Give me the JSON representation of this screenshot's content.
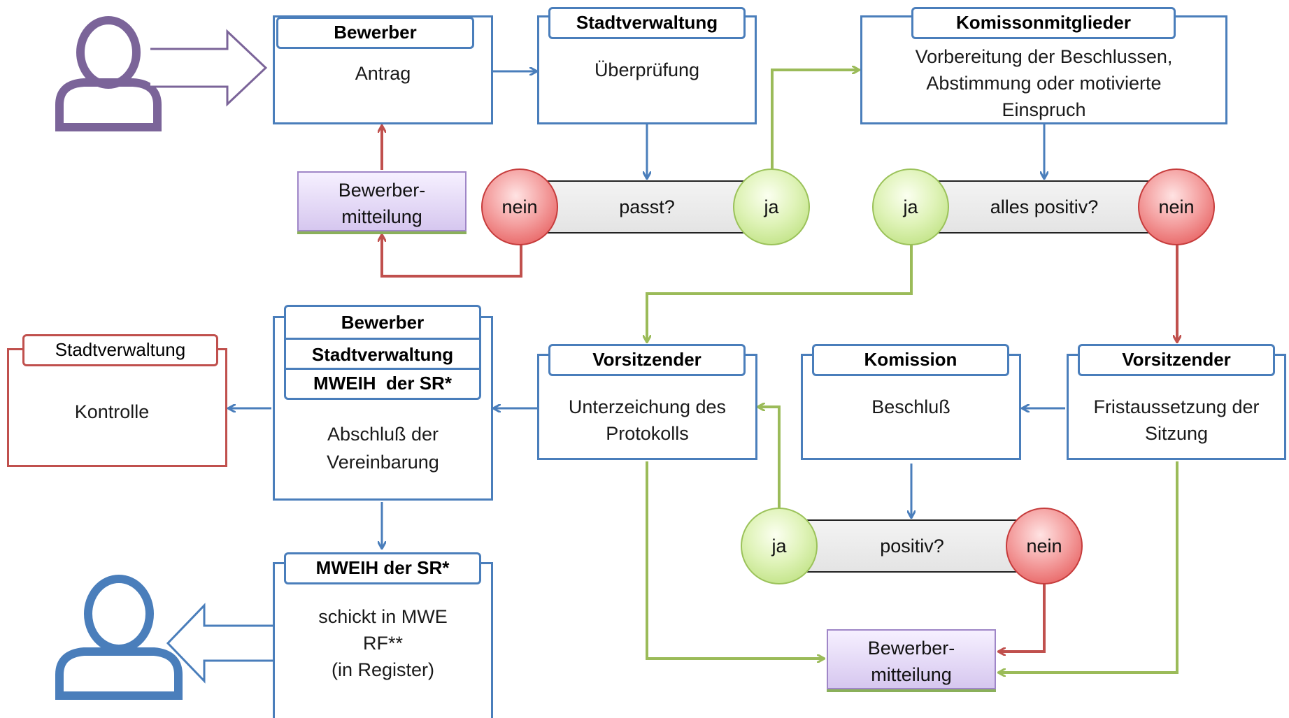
{
  "applicant_icon_color": "#7b6499",
  "receiver_icon_color": "#4a7ebb",
  "colors": {
    "blue": "#4a7ebb",
    "red": "#c0504d",
    "green": "#9bbb59",
    "purple": "#7b6499"
  },
  "antrag": {
    "header": "Bewerber",
    "body": "Antrag"
  },
  "pruefung": {
    "header": "Stadtverwaltung",
    "body": "Überprüfung"
  },
  "kommission_prep": {
    "header": "Komissonmitglieder",
    "body_lines": [
      "Vorbereitung der Beschlussen,",
      "Abstimmung oder motivierte",
      "Einspruch"
    ]
  },
  "decision1": {
    "question": "passt?",
    "no": "nein",
    "yes": "ja"
  },
  "notice1": {
    "lines": [
      "Bewerber-",
      "mitteilung"
    ]
  },
  "decision2": {
    "question": "alles positiv?",
    "yes": "ja",
    "no": "nein"
  },
  "vorsitz_sign": {
    "header": "Vorsitzender",
    "body_lines": [
      "Unterzeichung des",
      "Protokolls"
    ]
  },
  "kommission_beschluss": {
    "header": "Komission",
    "body": "Beschluß"
  },
  "vorsitz_frist": {
    "header": "Vorsitzender",
    "body_lines": [
      "Fristaussetzung der",
      "Sitzung"
    ]
  },
  "vereinbarung": {
    "headers": [
      "Bewerber",
      "Stadtverwaltung",
      "MWEIH  der SR*"
    ],
    "body_lines": [
      "Abschluß der",
      "Vereinbarung"
    ]
  },
  "kontrolle": {
    "header": "Stadtverwaltung",
    "body": "Kontrolle"
  },
  "decision3": {
    "question": "positiv?",
    "yes": "ja",
    "no": "nein"
  },
  "notice2": {
    "lines": [
      "Bewerber-",
      "mitteilung"
    ]
  },
  "register": {
    "header": "MWEIH der SR*",
    "body_lines": [
      "schickt in MWE",
      "RF**",
      "(in Register)"
    ]
  }
}
